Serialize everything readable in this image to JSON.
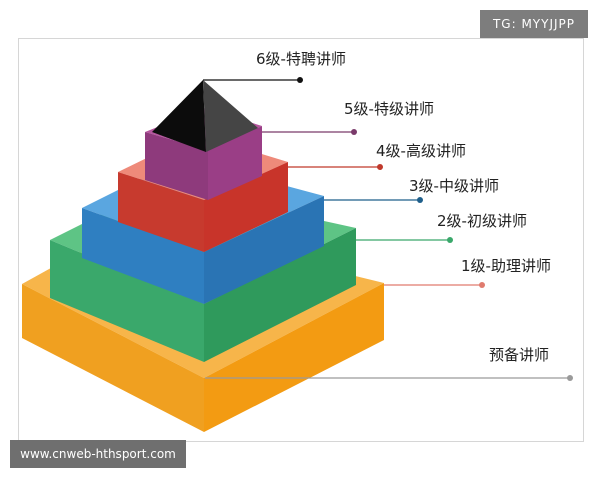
{
  "corner_tag": "TG: MYYJJPP",
  "footer_url": "www.cnweb-hthsport.com",
  "levels": [
    {
      "label": "6级-特聘讲师",
      "color": "#3a3a3a",
      "dot_color": "#111111"
    },
    {
      "label": "5级-特级讲师",
      "color": "#8e3a7c",
      "dot_color": "#7a3a6a"
    },
    {
      "label": "4级-高级讲师",
      "color": "#c73a2e",
      "dot_color": "#c0392b"
    },
    {
      "label": "3级-中级讲师",
      "color": "#2f7fc1",
      "dot_color": "#1f5f8b"
    },
    {
      "label": "2级-初级讲师",
      "color": "#3aa86b",
      "dot_color": "#3aa86b"
    },
    {
      "label": "1级-助理讲师",
      "color": "#e06a5a",
      "dot_color": "#e07b6e"
    },
    {
      "label": "预备讲师",
      "color": "#f0a020",
      "dot_color": "#9a9a9a"
    }
  ]
}
